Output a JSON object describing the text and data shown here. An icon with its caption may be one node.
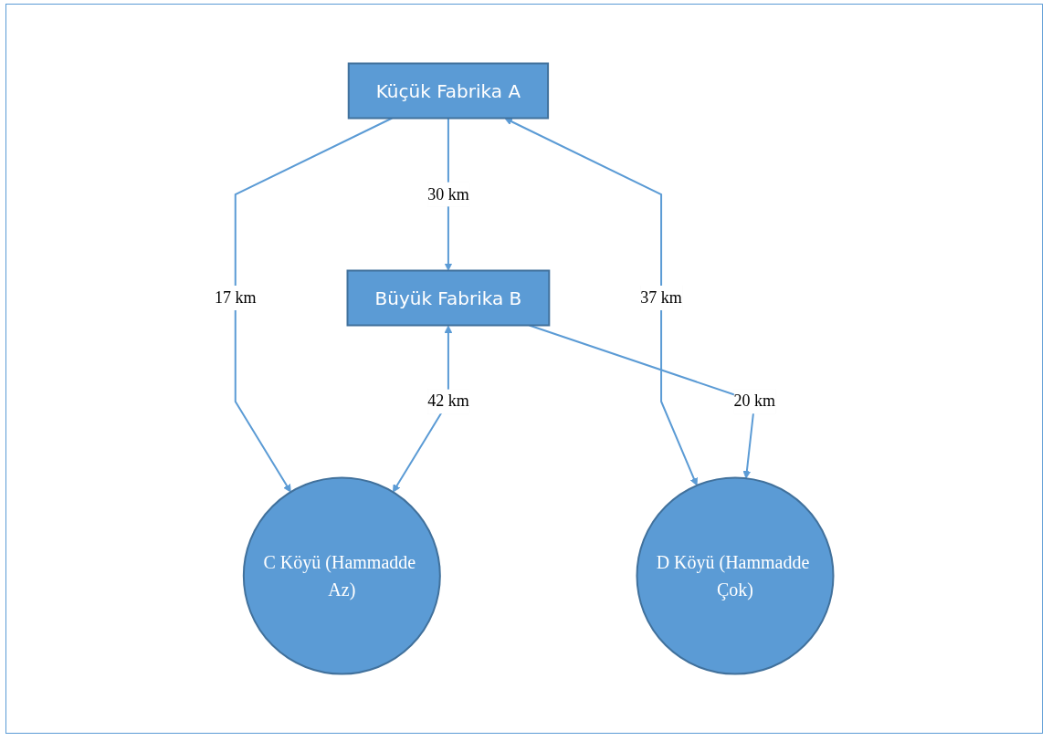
{
  "diagram": {
    "nodes": [
      {
        "text": [
          "Küçük Fabrika A"
        ]
      },
      {
        "text": [
          "Büyük Fabrika B"
        ]
      },
      {
        "text": [
          "C Köyü (Hammadde Az)"
        ]
      },
      {
        "text": [
          "D Köyü (Hammadde Çok)"
        ]
      }
    ],
    "edges": [
      {
        "from": 0,
        "to": 1,
        "arrow": "to",
        "label": "30 km"
      },
      {
        "from": 0,
        "to": 2,
        "arrow": "to",
        "label": "17 km"
      },
      {
        "from": 1,
        "to": 2,
        "arrow": "both",
        "label": "42 km"
      },
      {
        "from": 0,
        "to": 3,
        "arrow": "both",
        "label": "37 km"
      },
      {
        "from": 1,
        "to": 3,
        "arrow": "to",
        "label": "20 km"
      }
    ]
  }
}
